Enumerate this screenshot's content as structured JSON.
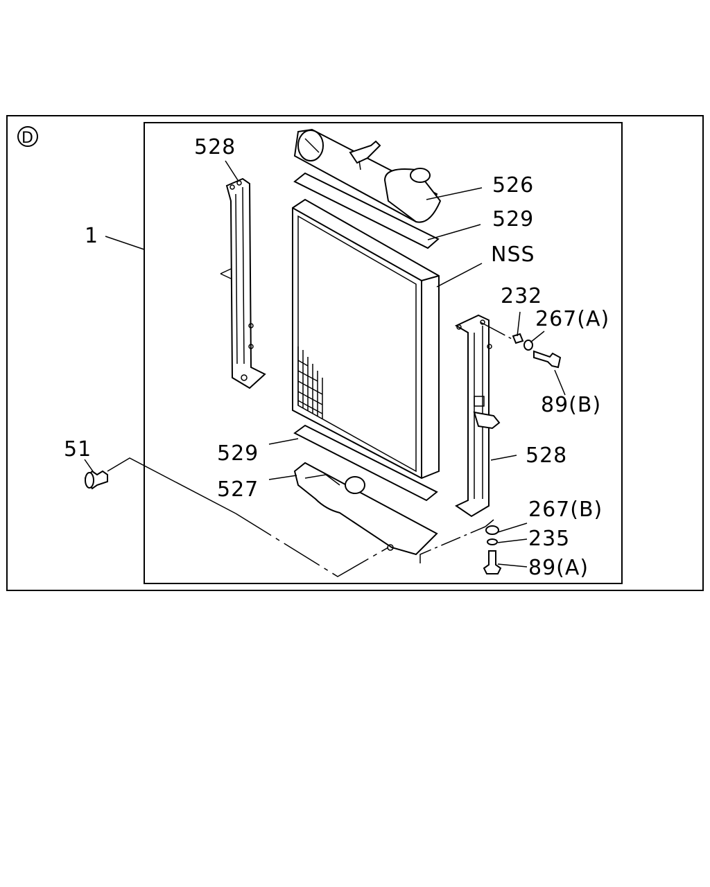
{
  "section_marker": "D",
  "callouts": {
    "assembly": "1",
    "bracket_left": "528",
    "upper_tank": "526",
    "seal_upper": "529",
    "core": "NSS",
    "nut": "232",
    "washer_a": "267(A)",
    "bolt_b": "89(B)",
    "bracket_right": "528",
    "seal_lower": "529",
    "lower_tank": "527",
    "drain_plug": "51",
    "washer_b": "267(B)",
    "spacer": "235",
    "bolt_a": "89(A)"
  }
}
